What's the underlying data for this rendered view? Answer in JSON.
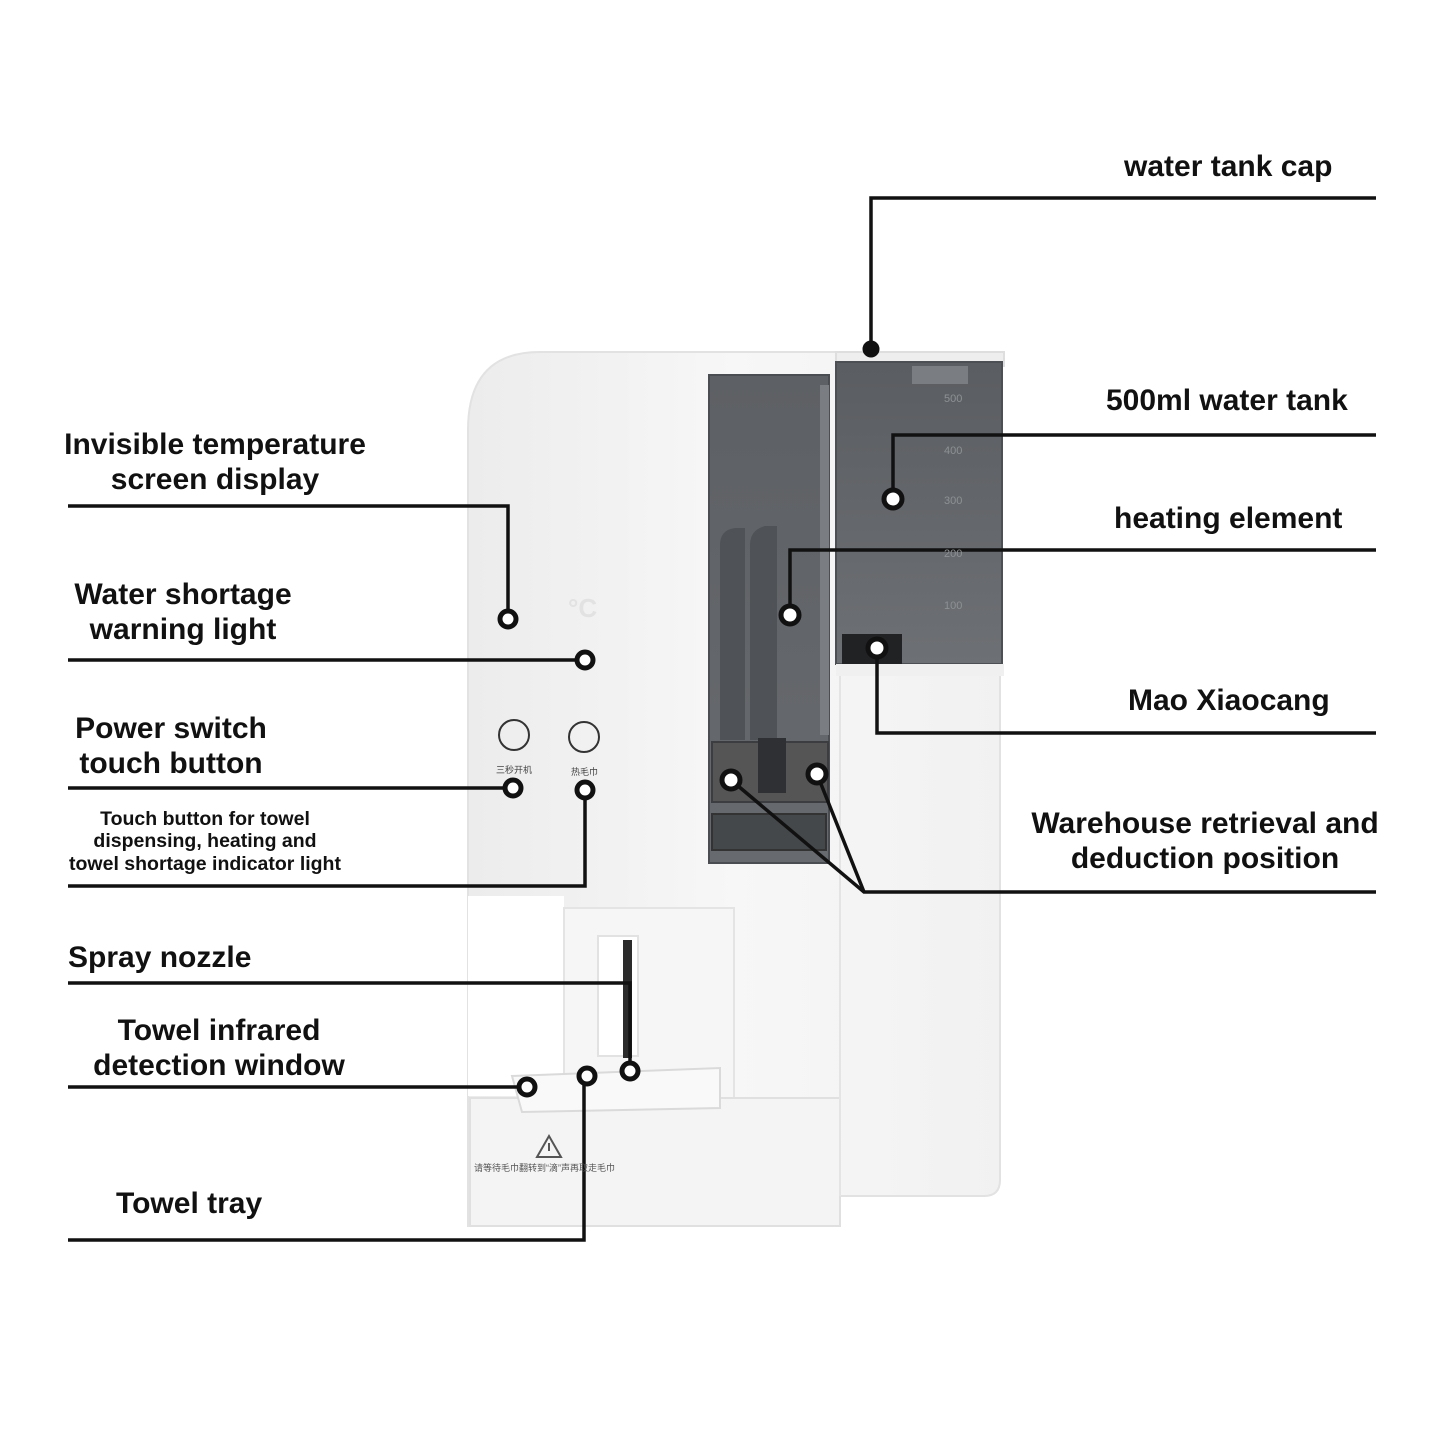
{
  "labels": {
    "water_tank_cap": "water tank cap",
    "water_tank": "500ml water tank",
    "heating_element": "heating element",
    "mao_xiaocang": "Mao Xiaocang",
    "warehouse": [
      "Warehouse retrieval and",
      "deduction position"
    ],
    "temperature_display": [
      "Invisible temperature",
      "screen display"
    ],
    "water_shortage": [
      "Water shortage",
      "warning light"
    ],
    "power_switch": [
      "Power switch",
      "touch button"
    ],
    "towel_button": [
      "Touch button for towel",
      "dispensing, heating and",
      "towel shortage indicator light"
    ],
    "spray_nozzle": "Spray nozzle",
    "infrared_window": [
      "Towel infrared",
      "detection window"
    ],
    "towel_tray": "Towel tray"
  },
  "device": {
    "tank_scale": [
      "500",
      "400",
      "300",
      "200",
      "100"
    ],
    "temperature_unit": "°C",
    "power_caption": "三秒开机",
    "towel_caption": "热毛巾",
    "tray_warning": "请等待毛巾翻转到“滴”声再取走毛巾"
  },
  "colors": {
    "line": "#111111",
    "device_body": "#f3f3f3",
    "tank": "#616468"
  }
}
